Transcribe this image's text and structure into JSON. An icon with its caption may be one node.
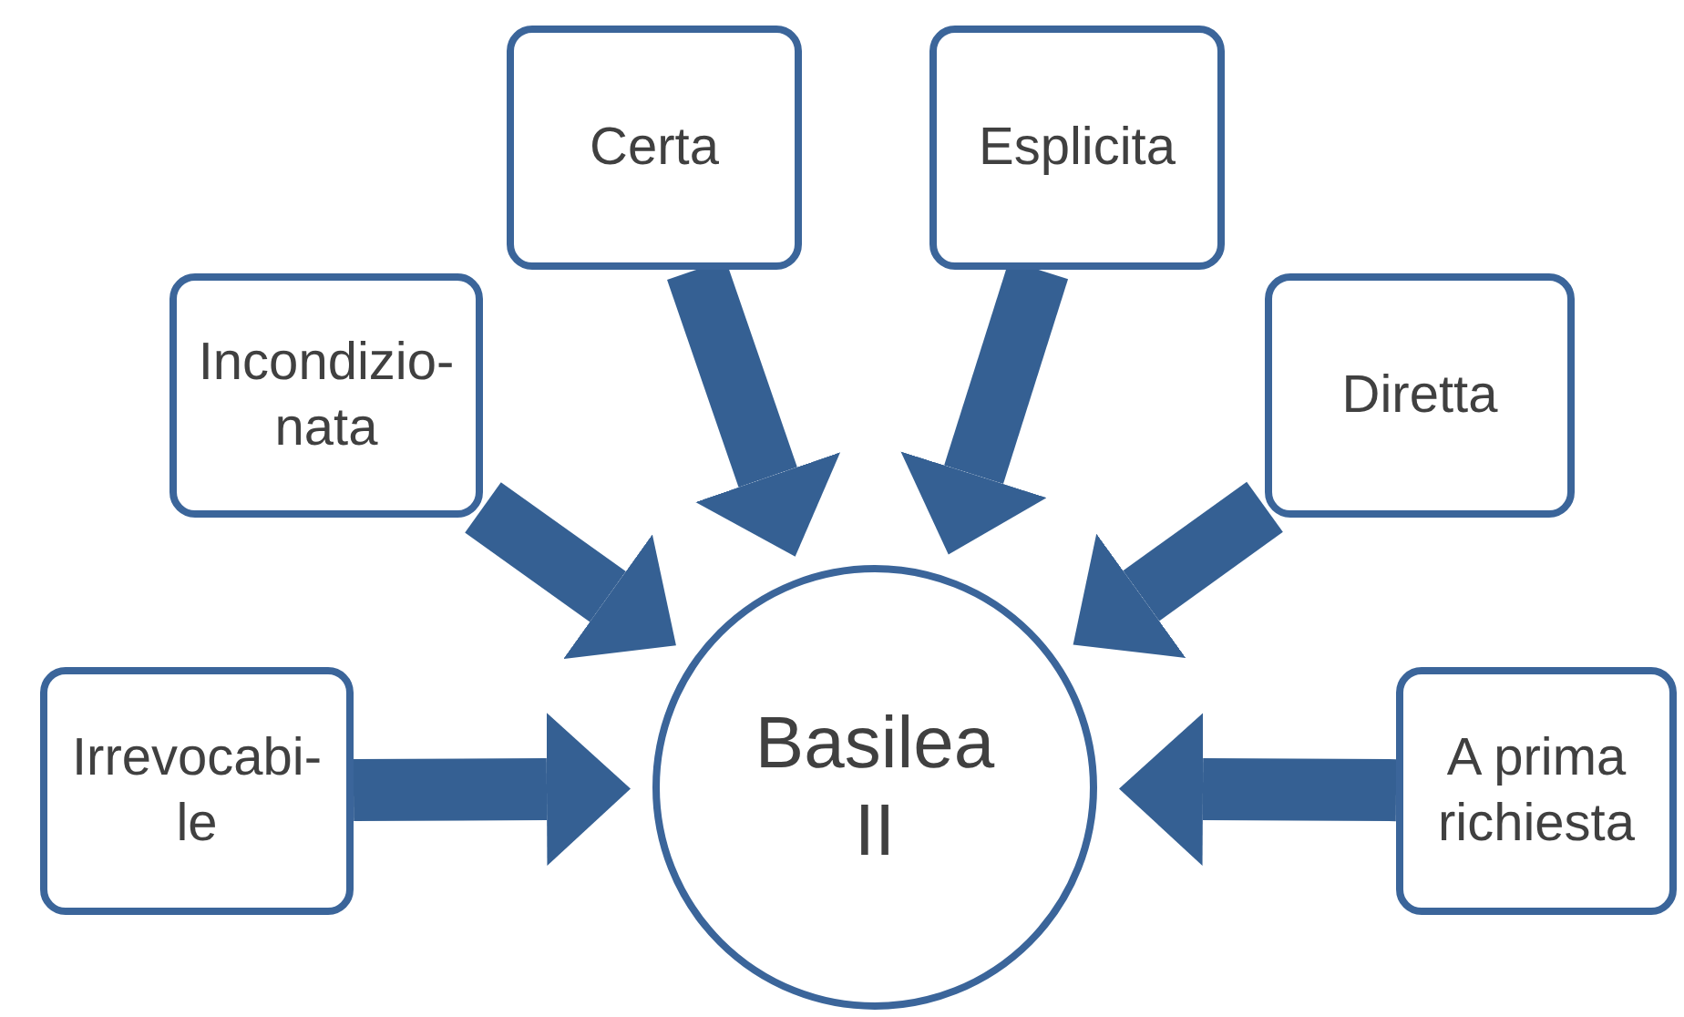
{
  "diagram": {
    "nodes": [
      {
        "text": [
          "Basilea II"
        ]
      },
      {
        "text": [
          "Irrevocabi- le"
        ]
      },
      {
        "text": [
          "Incondizio- nata"
        ]
      },
      {
        "text": [
          "Certa"
        ]
      },
      {
        "text": [
          "Esplicita"
        ]
      },
      {
        "text": [
          "Diretta"
        ]
      },
      {
        "text": [
          "A prima richiesta"
        ]
      }
    ],
    "edges": [
      {
        "from": 1,
        "to": 0,
        "arrow": "to"
      },
      {
        "from": 2,
        "to": 0,
        "arrow": "to"
      },
      {
        "from": 3,
        "to": 0,
        "arrow": "to"
      },
      {
        "from": 4,
        "to": 0,
        "arrow": "to"
      },
      {
        "from": 5,
        "to": 0,
        "arrow": "to"
      },
      {
        "from": 6,
        "to": 0,
        "arrow": "to"
      }
    ]
  }
}
